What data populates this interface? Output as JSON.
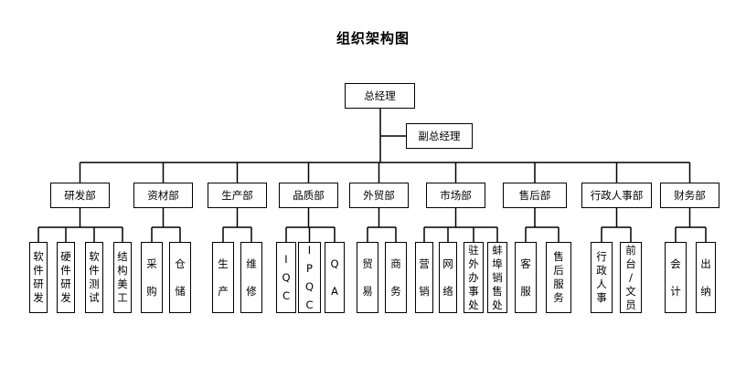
{
  "title": "组织架构图",
  "root": "总经理",
  "deputy": "副总经理",
  "departments": [
    {
      "name": "研发部",
      "children": [
        [
          "软件",
          "研发"
        ],
        [
          "硬件",
          "研发"
        ],
        [
          "软件",
          "测试"
        ],
        [
          "结构",
          "美工"
        ]
      ]
    },
    {
      "name": "资材部",
      "children": [
        [
          "采购"
        ],
        [
          "仓储"
        ]
      ]
    },
    {
      "name": "生产部",
      "children": [
        [
          "生产"
        ],
        [
          "维修"
        ]
      ]
    },
    {
      "name": "品质部",
      "children": [
        [
          "IQC"
        ],
        [
          "IPQC"
        ],
        [
          "QA"
        ]
      ]
    },
    {
      "name": "外贸部",
      "children": [
        [
          "贸易"
        ],
        [
          "商务"
        ]
      ]
    },
    {
      "name": "市场部",
      "children": [
        [
          "营销"
        ],
        [
          "网络"
        ],
        [
          "驻外",
          "办事处"
        ],
        [
          "蚌埠",
          "销售处"
        ]
      ]
    },
    {
      "name": "售后部",
      "children": [
        [
          "客服"
        ],
        [
          "售后",
          "服务"
        ]
      ]
    },
    {
      "name": "行政人事部",
      "children": [
        [
          "行政",
          "人事"
        ],
        [
          "前台",
          "/文员"
        ]
      ]
    },
    {
      "name": "财务部",
      "children": [
        [
          "会计"
        ],
        [
          "出纳"
        ]
      ]
    }
  ]
}
